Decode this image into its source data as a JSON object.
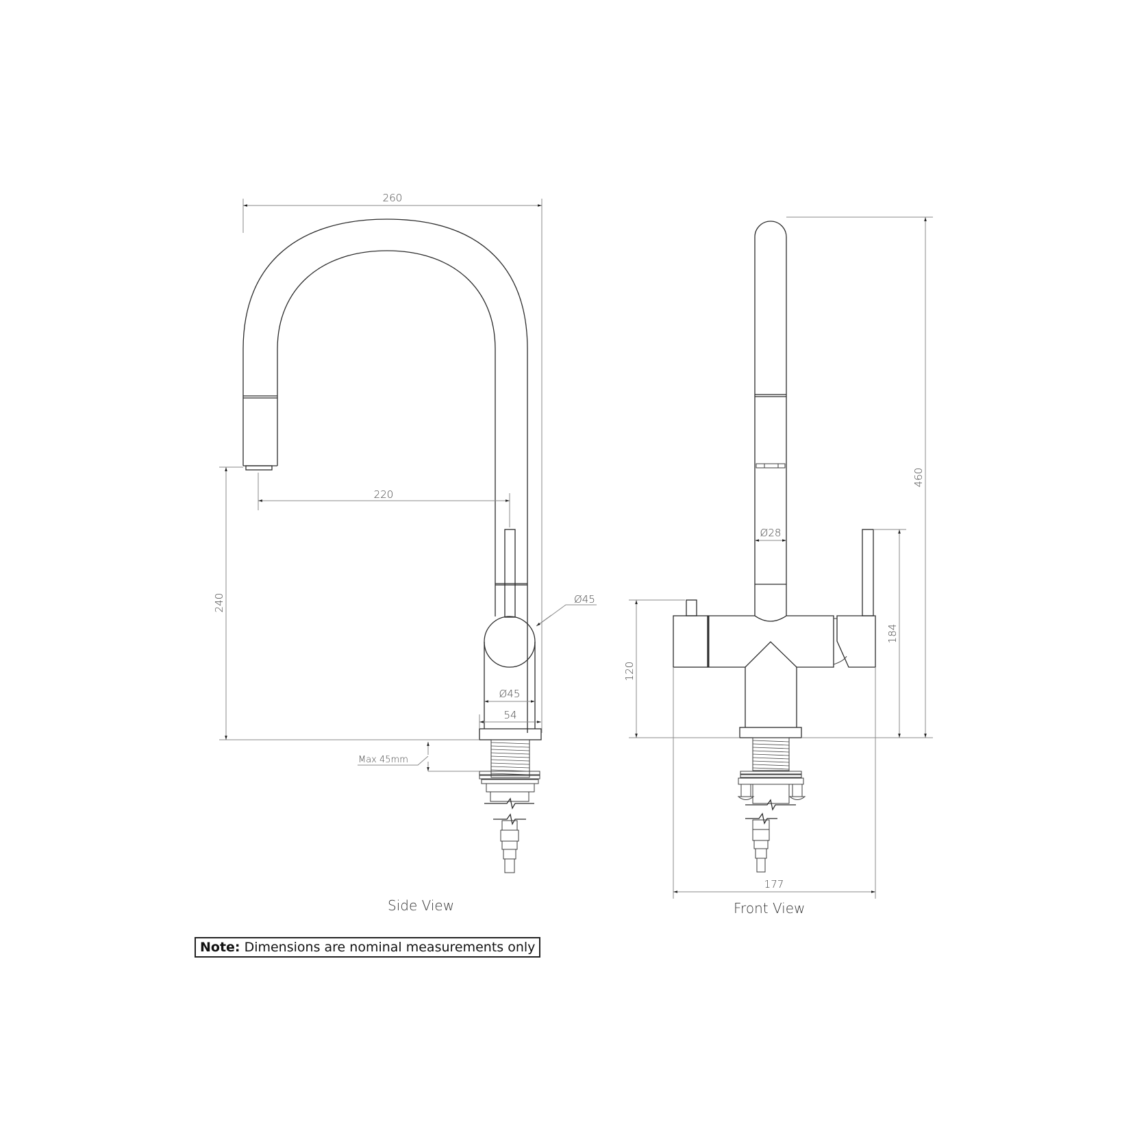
{
  "side_view": {
    "label": "Side View",
    "dimensions": {
      "overall_reach": "260",
      "spout_reach": "220",
      "spout_height": "240",
      "body_diameter_handle": "Ø45",
      "body_diameter_base": "Ø45",
      "base_width": "54",
      "max_bench_thickness": "Max 45mm"
    }
  },
  "front_view": {
    "label": "Front View",
    "dimensions": {
      "overall_height": "460",
      "spout_diameter": "Ø28",
      "handle_height": "184",
      "body_height": "120",
      "overall_width": "177"
    }
  },
  "note": {
    "prefix": "Note:",
    "text": "Dimensions are nominal measurements only"
  },
  "colors": {
    "line": "#2a2a2a",
    "dimension_line": "#8a8a8a",
    "background": "#ffffff"
  }
}
